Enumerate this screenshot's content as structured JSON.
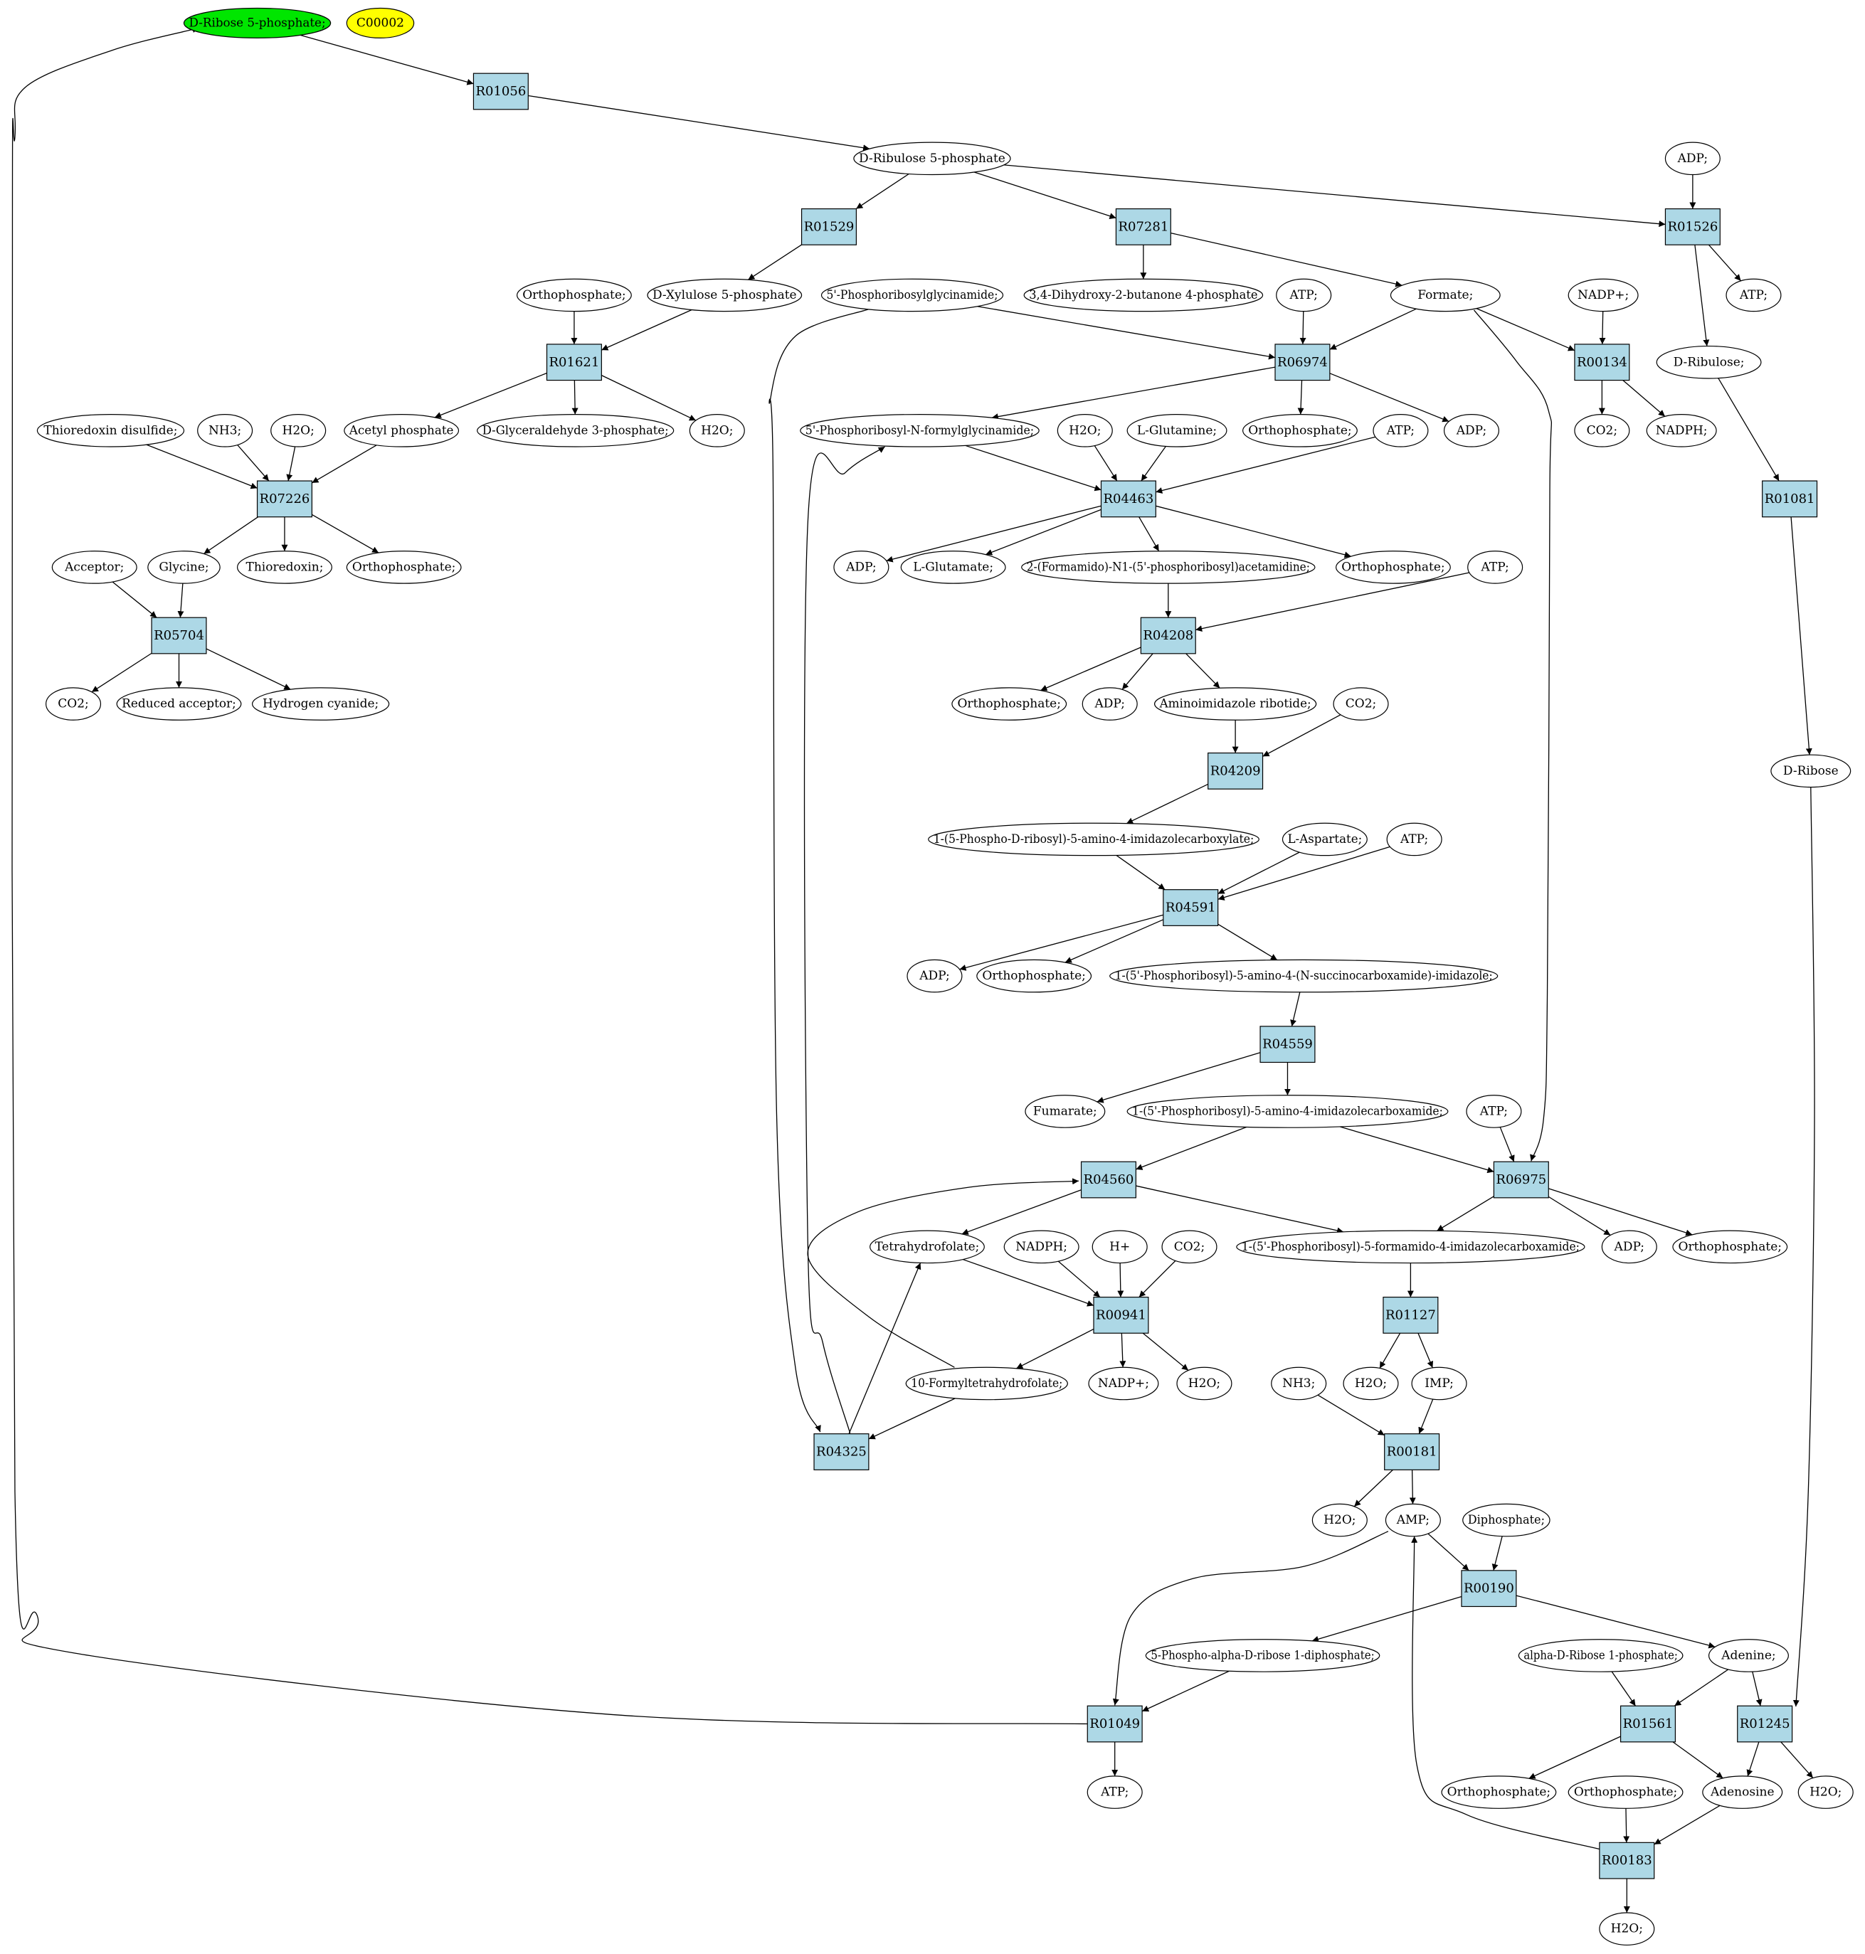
{
  "colors": {
    "compound_fill": "#ffffff",
    "start_compound_fill": "#00e600",
    "highlight_compound_fill": "#ffff00",
    "reaction_fill": "#add8e6",
    "stroke": "#000000"
  },
  "reactions": [
    "R01056",
    "R01529",
    "R07281",
    "R01526",
    "R01621",
    "R06974",
    "R00134",
    "R07226",
    "R04463",
    "R01081",
    "R05704",
    "R04208",
    "R04209",
    "R04591",
    "R04559",
    "R04560",
    "R06975",
    "R00941",
    "R01127",
    "R04325",
    "R00181",
    "R00190",
    "R01049",
    "R01561",
    "R01245",
    "R00183"
  ],
  "compounds": [
    {
      "id": "ribose5p",
      "label": "D-Ribose 5-phosphate;",
      "style": "start"
    },
    {
      "id": "c00002",
      "label": "C00002",
      "style": "highlight"
    },
    {
      "id": "ribulose5p",
      "label": "D-Ribulose 5-phosphate"
    },
    {
      "id": "adp_r01526",
      "label": "ADP;"
    },
    {
      "id": "orthop_r01621",
      "label": "Orthophosphate;"
    },
    {
      "id": "xylulose5p",
      "label": "D-Xylulose 5-phosphate"
    },
    {
      "id": "gar",
      "label": "5'-Phosphoribosylglycinamide;"
    },
    {
      "id": "dhbp",
      "label": "3,4-Dihydroxy-2-butanone 4-phosphate"
    },
    {
      "id": "atp_r06974",
      "label": "ATP;"
    },
    {
      "id": "formate",
      "label": "Formate;"
    },
    {
      "id": "nadpplus_r00134",
      "label": "NADP+;"
    },
    {
      "id": "atp_r01526",
      "label": "ATP;"
    },
    {
      "id": "dribulose",
      "label": "D-Ribulose;"
    },
    {
      "id": "thioredoxin_disulfide",
      "label": "Thioredoxin disulfide;"
    },
    {
      "id": "nh3_r07226",
      "label": "NH3;"
    },
    {
      "id": "h2o_r07226",
      "label": "H2O;"
    },
    {
      "id": "acetylp",
      "label": "Acetyl phosphate"
    },
    {
      "id": "gap",
      "label": "D-Glyceraldehyde 3-phosphate;"
    },
    {
      "id": "h2o_r01621",
      "label": "H2O;"
    },
    {
      "id": "fgar",
      "label": "5'-Phosphoribosyl-N-formylglycinamide;"
    },
    {
      "id": "h2o_r04463",
      "label": "H2O;"
    },
    {
      "id": "lglutamine",
      "label": "L-Glutamine;"
    },
    {
      "id": "orthop_r06974",
      "label": "Orthophosphate;"
    },
    {
      "id": "atp_r04463",
      "label": "ATP;"
    },
    {
      "id": "adp_r06974",
      "label": "ADP;"
    },
    {
      "id": "co2_r00134",
      "label": "CO2;"
    },
    {
      "id": "nadph_r00134",
      "label": "NADPH;"
    },
    {
      "id": "acceptor",
      "label": "Acceptor;"
    },
    {
      "id": "glycine",
      "label": "Glycine;"
    },
    {
      "id": "thioredoxin",
      "label": "Thioredoxin;"
    },
    {
      "id": "orthop_r07226",
      "label": "Orthophosphate;"
    },
    {
      "id": "adp_r04463",
      "label": "ADP;"
    },
    {
      "id": "lglutamate",
      "label": "L-Glutamate;"
    },
    {
      "id": "fgam",
      "label": "2-(Formamido)-N1-(5'-phosphoribosyl)acetamidine;"
    },
    {
      "id": "orthop_r04463",
      "label": "Orthophosphate;"
    },
    {
      "id": "atp_r04208",
      "label": "ATP;"
    },
    {
      "id": "co2_r05704",
      "label": "CO2;"
    },
    {
      "id": "reduced_acceptor",
      "label": "Reduced acceptor;"
    },
    {
      "id": "hcn",
      "label": "Hydrogen cyanide;"
    },
    {
      "id": "orthop_r04208",
      "label": "Orthophosphate;"
    },
    {
      "id": "adp_r04208",
      "label": "ADP;"
    },
    {
      "id": "air",
      "label": "Aminoimidazole ribotide;"
    },
    {
      "id": "co2_r04209",
      "label": "CO2;"
    },
    {
      "id": "dribose",
      "label": "D-Ribose"
    },
    {
      "id": "cair",
      "label": "1-(5-Phospho-D-ribosyl)-5-amino-4-imidazolecarboxylate;"
    },
    {
      "id": "laspartate",
      "label": "L-Aspartate;"
    },
    {
      "id": "atp_r04591",
      "label": "ATP;"
    },
    {
      "id": "adp_r04591",
      "label": "ADP;"
    },
    {
      "id": "orthop_r04591",
      "label": "Orthophosphate;"
    },
    {
      "id": "saicar",
      "label": "1-(5'-Phosphoribosyl)-5-amino-4-(N-succinocarboxamide)-imidazole;"
    },
    {
      "id": "fumarate",
      "label": "Fumarate;"
    },
    {
      "id": "aicar",
      "label": "1-(5'-Phosphoribosyl)-5-amino-4-imidazolecarboxamide;"
    },
    {
      "id": "atp_r06975",
      "label": "ATP;"
    },
    {
      "id": "thf",
      "label": "Tetrahydrofolate;"
    },
    {
      "id": "nadph_r00941",
      "label": "NADPH;"
    },
    {
      "id": "hplus",
      "label": "H+"
    },
    {
      "id": "co2_r00941",
      "label": "CO2;"
    },
    {
      "id": "faicar",
      "label": "1-(5'-Phosphoribosyl)-5-formamido-4-imidazolecarboxamide;"
    },
    {
      "id": "adp_r06975",
      "label": "ADP;"
    },
    {
      "id": "orthop_r06975",
      "label": "Orthophosphate;"
    },
    {
      "id": "formylthf",
      "label": "10-Formyltetrahydrofolate;"
    },
    {
      "id": "nadpplus_r00941",
      "label": "NADP+;"
    },
    {
      "id": "h2o_r00941",
      "label": "H2O;"
    },
    {
      "id": "nh3_r00181",
      "label": "NH3;"
    },
    {
      "id": "h2o_r01127",
      "label": "H2O;"
    },
    {
      "id": "imp",
      "label": "IMP;"
    },
    {
      "id": "h2o_r00181",
      "label": "H2O;"
    },
    {
      "id": "amp",
      "label": "AMP;"
    },
    {
      "id": "diphosphate",
      "label": "Diphosphate;"
    },
    {
      "id": "prpp",
      "label": "5-Phospho-alpha-D-ribose 1-diphosphate;"
    },
    {
      "id": "ribose1p",
      "label": "alpha-D-Ribose 1-phosphate;"
    },
    {
      "id": "adenine",
      "label": "Adenine;"
    },
    {
      "id": "atp_r01049",
      "label": "ATP;"
    },
    {
      "id": "orthop_r01561",
      "label": "Orthophosphate;"
    },
    {
      "id": "orthop_r00183",
      "label": "Orthophosphate;"
    },
    {
      "id": "adenosine",
      "label": "Adenosine"
    },
    {
      "id": "h2o_r01245",
      "label": "H2O;"
    },
    {
      "id": "h2o_r00183",
      "label": "H2O;"
    }
  ],
  "edges": [
    [
      "ribose5p",
      "R01056"
    ],
    [
      "R01056",
      "ribulose5p"
    ],
    [
      "ribulose5p",
      "R01529"
    ],
    [
      "ribulose5p",
      "R07281"
    ],
    [
      "ribulose5p",
      "R01526"
    ],
    [
      "adp_r01526",
      "R01526"
    ],
    [
      "R01526",
      "atp_r01526"
    ],
    [
      "R01526",
      "dribulose"
    ],
    [
      "R01529",
      "xylulose5p"
    ],
    [
      "R07281",
      "dhbp"
    ],
    [
      "R07281",
      "formate"
    ],
    [
      "orthop_r01621",
      "R01621"
    ],
    [
      "xylulose5p",
      "R01621"
    ],
    [
      "R01621",
      "acetylp"
    ],
    [
      "R01621",
      "gap"
    ],
    [
      "R01621",
      "h2o_r01621"
    ],
    [
      "gar",
      "R06974"
    ],
    [
      "gar",
      "R04325"
    ],
    [
      "atp_r06974",
      "R06974"
    ],
    [
      "formate",
      "R06974"
    ],
    [
      "formate",
      "R00134"
    ],
    [
      "formate",
      "R06975"
    ],
    [
      "nadpplus_r00134",
      "R00134"
    ],
    [
      "R00134",
      "co2_r00134"
    ],
    [
      "R00134",
      "nadph_r00134"
    ],
    [
      "R06974",
      "fgar"
    ],
    [
      "R06974",
      "orthop_r06974"
    ],
    [
      "R06974",
      "adp_r06974"
    ],
    [
      "thioredoxin_disulfide",
      "R07226"
    ],
    [
      "nh3_r07226",
      "R07226"
    ],
    [
      "h2o_r07226",
      "R07226"
    ],
    [
      "acetylp",
      "R07226"
    ],
    [
      "R07226",
      "glycine"
    ],
    [
      "R07226",
      "thioredoxin"
    ],
    [
      "R07226",
      "orthop_r07226"
    ],
    [
      "acceptor",
      "R05704"
    ],
    [
      "glycine",
      "R05704"
    ],
    [
      "R05704",
      "co2_r05704"
    ],
    [
      "R05704",
      "reduced_acceptor"
    ],
    [
      "R05704",
      "hcn"
    ],
    [
      "fgar",
      "R04463"
    ],
    [
      "h2o_r04463",
      "R04463"
    ],
    [
      "lglutamine",
      "R04463"
    ],
    [
      "atp_r04463",
      "R04463"
    ],
    [
      "R04463",
      "adp_r04463"
    ],
    [
      "R04463",
      "lglutamate"
    ],
    [
      "R04463",
      "fgam"
    ],
    [
      "R04463",
      "orthop_r04463"
    ],
    [
      "dribulose",
      "R01081"
    ],
    [
      "R01081",
      "dribose"
    ],
    [
      "fgam",
      "R04208"
    ],
    [
      "atp_r04208",
      "R04208"
    ],
    [
      "R04208",
      "orthop_r04208"
    ],
    [
      "R04208",
      "adp_r04208"
    ],
    [
      "R04208",
      "air"
    ],
    [
      "air",
      "R04209"
    ],
    [
      "co2_r04209",
      "R04209"
    ],
    [
      "R04209",
      "cair"
    ],
    [
      "cair",
      "R04591"
    ],
    [
      "laspartate",
      "R04591"
    ],
    [
      "atp_r04591",
      "R04591"
    ],
    [
      "R04591",
      "adp_r04591"
    ],
    [
      "R04591",
      "orthop_r04591"
    ],
    [
      "R04591",
      "saicar"
    ],
    [
      "saicar",
      "R04559"
    ],
    [
      "R04559",
      "fumarate"
    ],
    [
      "R04559",
      "aicar"
    ],
    [
      "aicar",
      "R04560"
    ],
    [
      "aicar",
      "R06975"
    ],
    [
      "atp_r06975",
      "R06975"
    ],
    [
      "R04560",
      "thf"
    ],
    [
      "R04560",
      "faicar"
    ],
    [
      "R06975",
      "faicar"
    ],
    [
      "R06975",
      "adp_r06975"
    ],
    [
      "R06975",
      "orthop_r06975"
    ],
    [
      "thf",
      "R00941"
    ],
    [
      "nadph_r00941",
      "R00941"
    ],
    [
      "hplus",
      "R00941"
    ],
    [
      "co2_r00941",
      "R00941"
    ],
    [
      "R00941",
      "formylthf"
    ],
    [
      "R00941",
      "nadpplus_r00941"
    ],
    [
      "R00941",
      "h2o_r00941"
    ],
    [
      "formylthf",
      "R04560"
    ],
    [
      "formylthf",
      "R04325"
    ],
    [
      "R04325",
      "fgar"
    ],
    [
      "R04325",
      "thf"
    ],
    [
      "faicar",
      "R01127"
    ],
    [
      "R01127",
      "h2o_r01127"
    ],
    [
      "R01127",
      "imp"
    ],
    [
      "nh3_r00181",
      "R00181"
    ],
    [
      "imp",
      "R00181"
    ],
    [
      "R00181",
      "h2o_r00181"
    ],
    [
      "R00181",
      "amp"
    ],
    [
      "amp",
      "R00190"
    ],
    [
      "diphosphate",
      "R00190"
    ],
    [
      "amp",
      "R01049"
    ],
    [
      "R00190",
      "prpp"
    ],
    [
      "R00190",
      "adenine"
    ],
    [
      "prpp",
      "R01049"
    ],
    [
      "R01049",
      "atp_r01049"
    ],
    [
      "R01049",
      "ribose5p"
    ],
    [
      "ribose1p",
      "R01561"
    ],
    [
      "adenine",
      "R01561"
    ],
    [
      "adenine",
      "R01245"
    ],
    [
      "dribose",
      "R01245"
    ],
    [
      "R01561",
      "orthop_r01561"
    ],
    [
      "R01561",
      "adenosine"
    ],
    [
      "R01245",
      "adenosine"
    ],
    [
      "R01245",
      "h2o_r01245"
    ],
    [
      "orthop_r00183",
      "R00183"
    ],
    [
      "adenosine",
      "R00183"
    ],
    [
      "R00183",
      "amp"
    ],
    [
      "R00183",
      "h2o_r00183"
    ]
  ]
}
